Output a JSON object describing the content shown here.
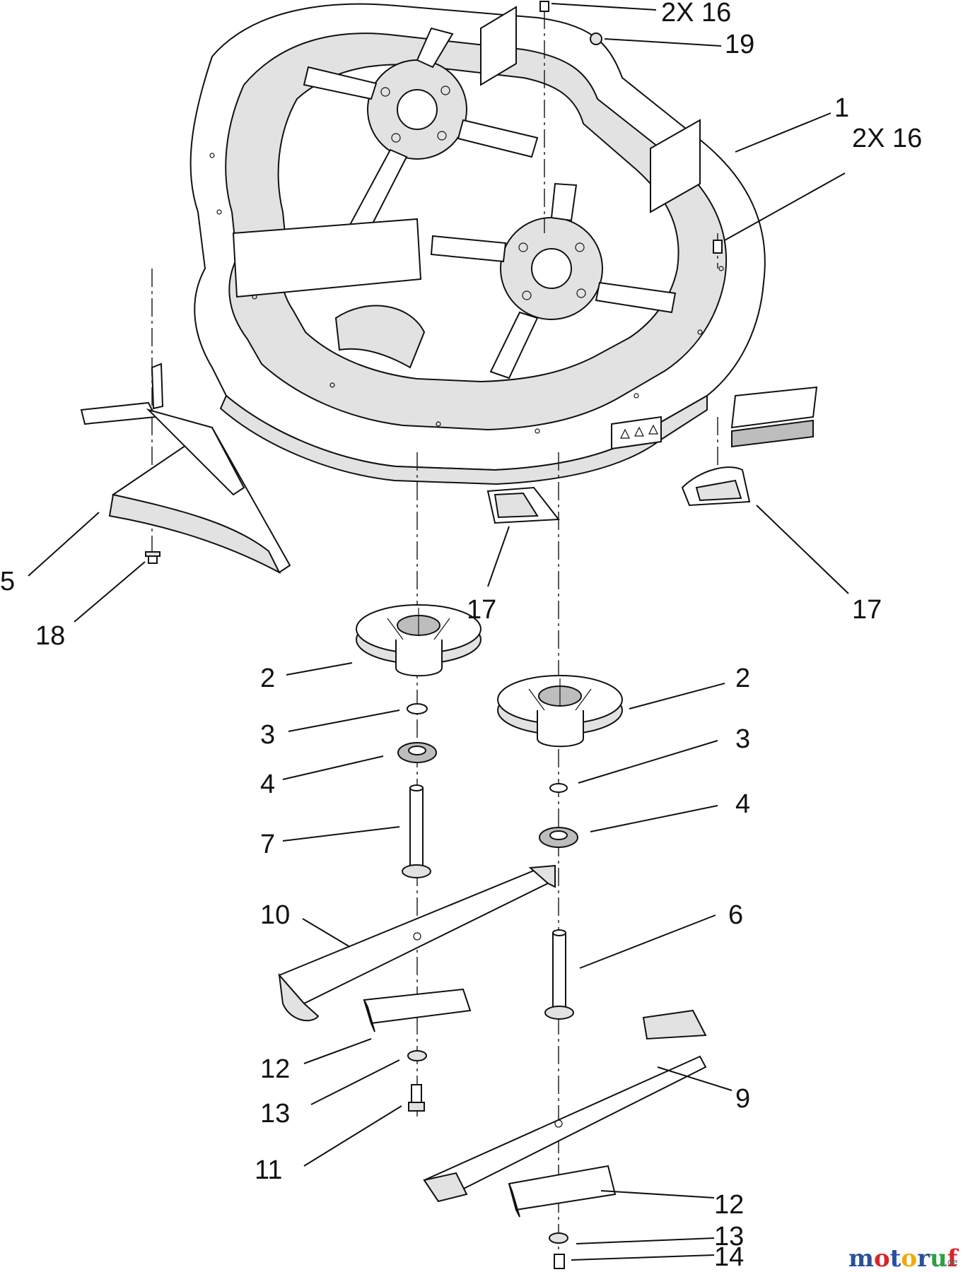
{
  "diagram": {
    "labels": {
      "l_2x16_top": "2X 16",
      "l_19": "19",
      "l_1": "1",
      "l_2x16_right": "2X 16",
      "l_5": "5",
      "l_18": "18",
      "l_17_mid": "17",
      "l_17_right": "17",
      "l_2_left": "2",
      "l_2_right": "2",
      "l_3_left": "3",
      "l_3_right": "3",
      "l_4_left": "4",
      "l_4_right": "4",
      "l_7": "7",
      "l_10": "10",
      "l_6": "6",
      "l_12_left": "12",
      "l_9": "9",
      "l_13_left": "13",
      "l_11": "11",
      "l_12_right": "12",
      "l_13_right": "13",
      "l_14": "14"
    },
    "watermark": {
      "letters": [
        "m",
        "o",
        "t",
        "o",
        "r",
        "u",
        "f"
      ],
      "colors": [
        "#2a4f9e",
        "#d8232a",
        "#2a4f9e",
        "#f2a900",
        "#2a4f9e",
        "#2f9e44",
        "#d8232a"
      ],
      "suffix": ".de"
    }
  }
}
